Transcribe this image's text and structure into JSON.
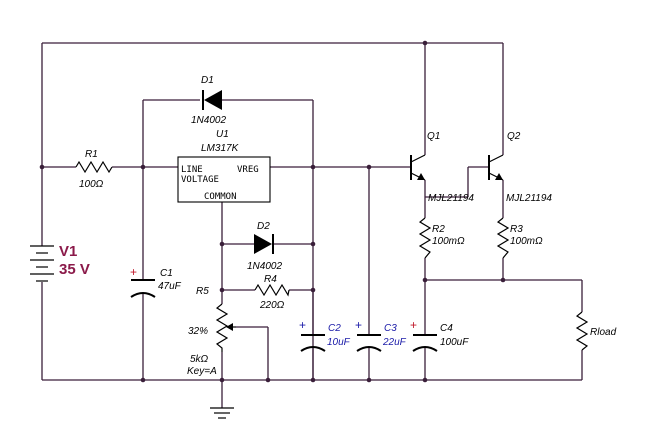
{
  "v1": {
    "ref": "V1",
    "value": "35 V"
  },
  "r1": {
    "ref": "R1",
    "value": "100Ω"
  },
  "d1": {
    "ref": "D1",
    "part": "1N4002"
  },
  "u1": {
    "ref": "U1",
    "part": "LM317K",
    "pin_line": "LINE",
    "pin_voltage": "VOLTAGE",
    "pin_vreg": "VREG",
    "pin_common": "COMMON"
  },
  "d2": {
    "ref": "D2",
    "part": "1N4002"
  },
  "r4": {
    "ref": "R4",
    "value": "220Ω"
  },
  "r5": {
    "ref": "R5",
    "percent": "32%",
    "value": "5kΩ",
    "key": "Key=A"
  },
  "c1": {
    "ref": "C1",
    "value": "47uF"
  },
  "c2": {
    "ref": "C2",
    "value": "10uF"
  },
  "c3": {
    "ref": "C3",
    "value": "22uF"
  },
  "c4": {
    "ref": "C4",
    "value": "100uF"
  },
  "q1": {
    "ref": "Q1",
    "part": "MJL21194"
  },
  "q2": {
    "ref": "Q2",
    "part": "MJL21194"
  },
  "r2": {
    "ref": "R2",
    "value": "100mΩ"
  },
  "r3": {
    "ref": "R3",
    "value": "100mΩ"
  },
  "rload": {
    "ref": "Rload"
  },
  "plus_sign": "+"
}
